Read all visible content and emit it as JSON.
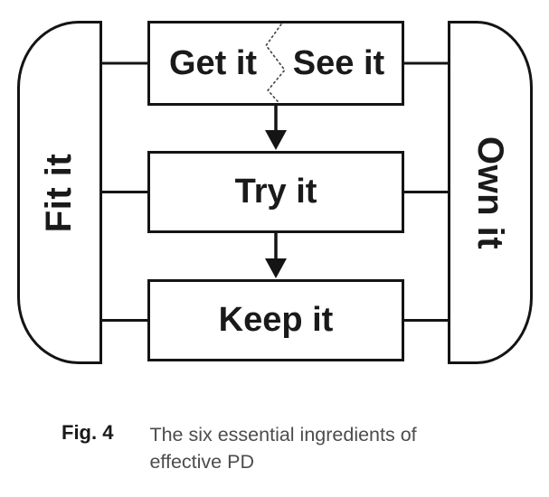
{
  "colors": {
    "background": "#ffffff",
    "stroke": "#141414",
    "label_text": "#1a1a1a",
    "caption_text": "#4c4c4c",
    "zigzag": "#444444"
  },
  "diagram": {
    "top_box": {
      "left_label": "Get it",
      "right_label": "See it"
    },
    "middle_box": {
      "label": "Try it"
    },
    "bottom_box": {
      "label": "Keep it"
    },
    "left_capsule": {
      "label": "Fit it"
    },
    "right_capsule": {
      "label": "Own it"
    }
  },
  "caption": {
    "label": "Fig. 4",
    "lines": [
      "The six essential ingredients of",
      "effective PD"
    ]
  }
}
